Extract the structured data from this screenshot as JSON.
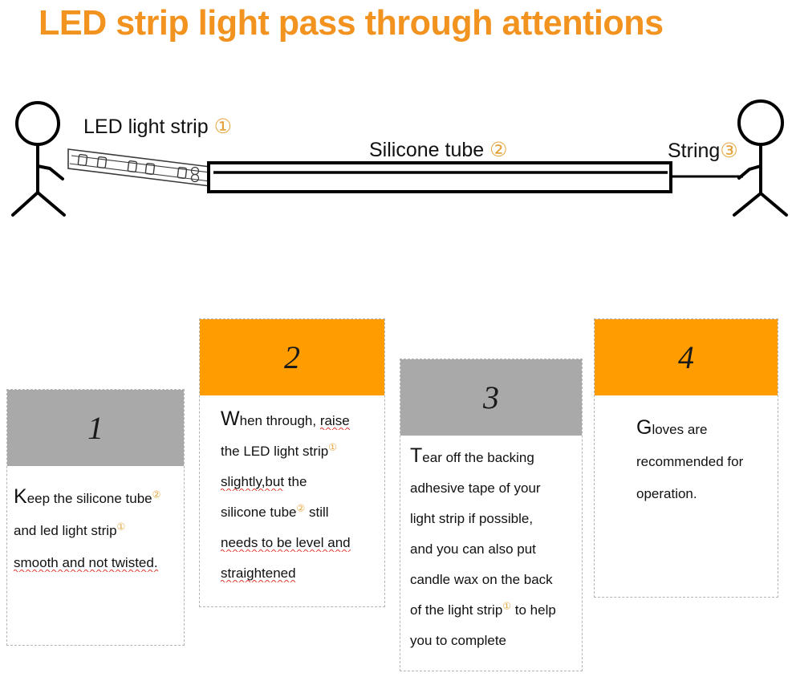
{
  "title": "LED strip light pass through attentions",
  "colors": {
    "title_orange": "#F2921F",
    "header_orange": "#FF9D00",
    "header_gray": "#A9A9A9",
    "marker_gold": "#E5A43B",
    "spellcheck_red": "#E03A2F",
    "card_border": "#b4b4b4"
  },
  "diagram": {
    "labels": {
      "led_strip": "LED light strip",
      "led_strip_marker": "①",
      "silicone_tube": "Silicone tube",
      "silicone_tube_marker": "②",
      "string": "String",
      "string_marker": "③"
    },
    "figures": [
      "left-person",
      "right-person"
    ],
    "parts": [
      "led-strip-band",
      "silicone-tube",
      "string-line"
    ]
  },
  "cards": [
    {
      "number": "1",
      "header_color": "gray",
      "lines": [
        {
          "dropcap": "K",
          "rest": "eep the  silicone tube",
          "marker": "②",
          "squiggly": false
        },
        {
          "rest": "and led light strip",
          "marker": "①",
          "squiggly": false
        },
        {
          "rest": "smooth and not twisted.",
          "marker": "",
          "squiggly": true
        }
      ]
    },
    {
      "number": "2",
      "header_color": "orange",
      "lines": [
        {
          "dropcap": "W",
          "rest": "hen through, ",
          "squiggly_part": "raise",
          "marker": "",
          "squiggly": false
        },
        {
          "rest": "the LED light strip",
          "marker": "①",
          "squiggly": false
        },
        {
          "rest": "slightly,but",
          "tail": "  the",
          "marker": "",
          "squiggly": true
        },
        {
          "rest": "silicone tube",
          "marker": "②",
          "tail": " still",
          "squiggly": false
        },
        {
          "rest": "needs to be level and",
          "marker": "",
          "squiggly": true
        },
        {
          "rest": "straightened",
          "marker": "",
          "squiggly": true
        }
      ]
    },
    {
      "number": "3",
      "header_color": "gray",
      "lines": [
        {
          "dropcap": "T",
          "rest": "ear off the backing",
          "marker": "",
          "squiggly": false
        },
        {
          "rest": "adhesive tape of your",
          "marker": "",
          "squiggly": false
        },
        {
          "rest": "light strip if possible,",
          "marker": "",
          "squiggly": false
        },
        {
          "rest": "and you can also put",
          "marker": "",
          "squiggly": false
        },
        {
          "rest": "candle wax on the back",
          "marker": "",
          "squiggly": false
        },
        {
          "rest": "of the light strip",
          "marker": "①",
          "tail": " to help",
          "squiggly": false
        },
        {
          "rest": "you to complete",
          "marker": "",
          "squiggly": false
        }
      ]
    },
    {
      "number": "4",
      "header_color": "orange",
      "lines": [
        {
          "dropcap": "G",
          "rest": "loves are",
          "marker": "",
          "squiggly": false
        },
        {
          "rest": "recommended for",
          "marker": "",
          "squiggly": false
        },
        {
          "rest": "operation.",
          "marker": "",
          "squiggly": false
        }
      ]
    }
  ]
}
